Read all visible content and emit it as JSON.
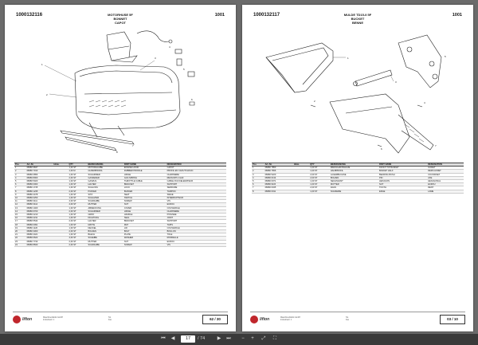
{
  "pages": [
    {
      "code": "1000132116",
      "number": "1001",
      "title1": "MOTORHUSE 5F",
      "title2": "BONNET",
      "title3": "CAPOT",
      "headers": [
        "Pos",
        "Art.-Nr.",
        "Hinw.",
        "QTY",
        "BEZEICHNUNG",
        "PART NAME",
        "DESIGNATION"
      ],
      "rows": [
        [
          "1",
          "08080 9847",
          "",
          "1,00 ST",
          "MOTORHAUBE",
          "ENGINE HOOD",
          "CAPOT"
        ],
        [
          "2",
          "08080 7013",
          "",
          "1,00 M",
          "GUMMIPROFIL",
          "RUBBER PROFILE",
          "PROFIL EN CAOUTCHOUC"
        ],
        [
          "3",
          "08080 6856",
          "",
          "1,00 ST",
          "SCHARNIER",
          "HINGE",
          "CHARNIERE"
        ],
        [
          "4",
          "08080 8000",
          "",
          "2,00 ST",
          "GASFEDER",
          "GAS SPRING",
          "RESSORT A GAZ"
        ],
        [
          "5",
          "08080 5020",
          "",
          "1,00 ST",
          "GASZUG",
          "THROTTLE CABLE",
          "CABLE D'ACCELERATEUR"
        ],
        [
          "6",
          "08080 0003",
          "",
          "1,00 ST",
          "HALTER",
          "BRACKET",
          "SUPPORT"
        ],
        [
          "7",
          "08080 1745",
          "",
          "1,00 ST",
          "SCHLOSS",
          "LOCK",
          "SERRURE"
        ],
        [
          "8",
          "08080 1235",
          "",
          "2,00 ST",
          "PUFFER",
          "BUFFER",
          "TAMPON"
        ],
        [
          "9",
          "08080 4478",
          "",
          "1,00 ST",
          "SITZ",
          "SEAT",
          "SIEGE"
        ],
        [
          "10",
          "08080 0250",
          "",
          "1,00 ST",
          "SCHALTER",
          "SWITCH",
          "INTERRUPTEUR"
        ],
        [
          "11",
          "08080 3111",
          "",
          "4,00 ST",
          "SCHRAUBE",
          "SCREW",
          "VIS"
        ],
        [
          "12",
          "08080 3112",
          "",
          "4,00 ST",
          "MUTTER",
          "NUT",
          "ECROU"
        ],
        [
          "13",
          "08080 1400",
          "",
          "1,00 ST",
          "ABDECKUNG",
          "COVER",
          "COUVERCLE"
        ],
        [
          "14",
          "08080 6700",
          "",
          "2,00 ST",
          "SCHARNIER",
          "HINGE",
          "CHARNIERE"
        ],
        [
          "15",
          "08080 2210",
          "",
          "1,00 ST",
          "GRIFF",
          "HANDLE",
          "POIGNEE"
        ],
        [
          "16",
          "08080 2211",
          "",
          "1,00 ST",
          "DICHTUNG",
          "SEAL",
          "JOINT"
        ],
        [
          "17",
          "08080 5544",
          "",
          "2,00 ST",
          "HALTER",
          "BRACKET",
          "SUPPORT"
        ],
        [
          "18",
          "08080 0091",
          "",
          "1,00 ST",
          "MATTE",
          "MAT",
          "TAPIS"
        ],
        [
          "19",
          "08080 1120",
          "",
          "1,00 ST",
          "DECKEL",
          "LID",
          "COUVERCLE"
        ],
        [
          "20",
          "08080 3300",
          "",
          "2,00 ST",
          "BOLZEN",
          "BOLT",
          "BOULON"
        ],
        [
          "21",
          "08080 4421",
          "",
          "1,00 ST",
          "BLECH",
          "PLATE",
          "TOLE"
        ],
        [
          "22",
          "08080 6622",
          "",
          "4,00 ST",
          "SCHEIBE",
          "WASHER",
          "RONDELLE"
        ],
        [
          "23",
          "08080 7733",
          "",
          "2,00 ST",
          "MUTTER",
          "NUT",
          "ECROU"
        ],
        [
          "24",
          "08080 8840",
          "",
          "2,00 ST",
          "SCHRAUBE",
          "SCREW",
          "VIS"
        ]
      ],
      "page_label": "62 / 30"
    },
    {
      "code": "1000132117",
      "number": "1001",
      "title1": "MULDE TD15-II 5F",
      "title2": "BUCKET",
      "title3": "BENNE",
      "headers": [
        "Pos",
        "Art.-Nr.",
        "Hinw.",
        "QTY",
        "BEZEICHNUNG",
        "PART NAME",
        "DESIGNATION"
      ],
      "rows": [
        [
          "1",
          "08080 7850",
          "",
          "1,00 ST",
          "FRESCHAFFSHAUE",
          "FRONT TIP BASKET",
          "GODET"
        ],
        [
          "2",
          "08080 7656",
          "",
          "1,00 ST",
          "HALBPROFIL",
          "BASKET HALF",
          "DEMI-GODET"
        ],
        [
          "3",
          "08080 5220",
          "",
          "2,00 ST",
          "LAGERBUCHSE",
          "BEARING BUSH",
          "COUSSINET"
        ],
        [
          "4",
          "08080 0134",
          "",
          "2,00 ST",
          "BOLZEN",
          "PIN",
          "AXE"
        ],
        [
          "5",
          "08080 0071",
          "",
          "1,00 ST",
          "SECHSKANT",
          "HEXAGON",
          "HEXAGONAL"
        ],
        [
          "6",
          "08080 9115",
          "",
          "1,00 ST",
          "MUTTER",
          "NUT",
          "ECROU"
        ],
        [
          "7",
          "08080 0045",
          "",
          "2,00 ST",
          "ZAHN",
          "TOOTH",
          "DENT"
        ],
        [
          "8",
          "08080 0011",
          "",
          "1,00 ST",
          "SCHNEIDE",
          "EDGE",
          "LAME"
        ]
      ],
      "page_label": "03 / 10"
    }
  ],
  "footer": {
    "brand": "lifton",
    "address_line1": "Maschinenfabrik GmbH",
    "address_line2": "Industriestr. 1",
    "contact_line1": "Tel.",
    "contact_line2": "Fax"
  },
  "viewer": {
    "current_page": "17",
    "total_pages": "/ 74"
  }
}
